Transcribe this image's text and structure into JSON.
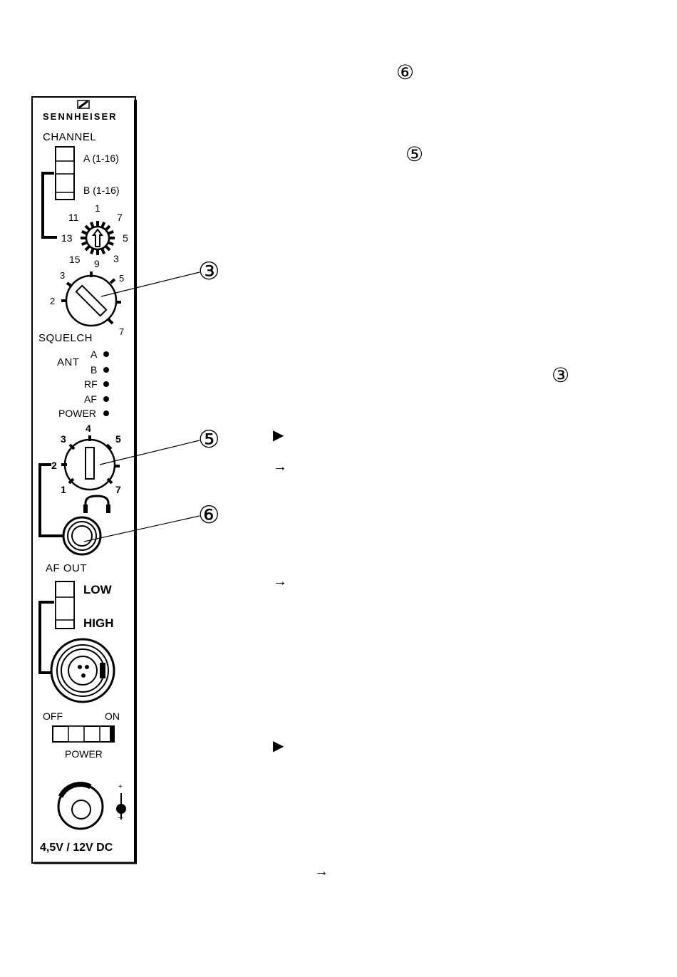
{
  "brand": "SENNHEISER",
  "channel": {
    "title": "CHANNEL",
    "switch_a": "A (1-16)",
    "switch_b": "B (1-16)",
    "dial_numbers": [
      "1",
      "7",
      "5",
      "3",
      "9",
      "15",
      "13",
      "11"
    ]
  },
  "squelch": {
    "label": "SQUELCH",
    "marks": [
      "2",
      "3",
      "5",
      "7"
    ]
  },
  "indicators": {
    "ant_label": "ANT",
    "items": [
      "A",
      "B",
      "RF",
      "AF",
      "POWER"
    ]
  },
  "volume": {
    "marks": [
      "1",
      "2",
      "3",
      "4",
      "5",
      "7"
    ]
  },
  "af_out": {
    "label": "AF OUT",
    "low": "LOW",
    "high": "HIGH"
  },
  "power": {
    "off": "OFF",
    "on": "ON",
    "label": "POWER"
  },
  "dc_input": {
    "label": "4,5V / 12V DC",
    "plus": "+",
    "minus": "⊥"
  },
  "callouts": {
    "c3": "③",
    "c5": "⑤",
    "c6": "⑥"
  },
  "text_refs": {
    "ref6_top": "⑥",
    "ref5_top": "⑤",
    "ref3_right": "③"
  },
  "markers": {
    "triangle": "▶",
    "arrow": "→"
  }
}
